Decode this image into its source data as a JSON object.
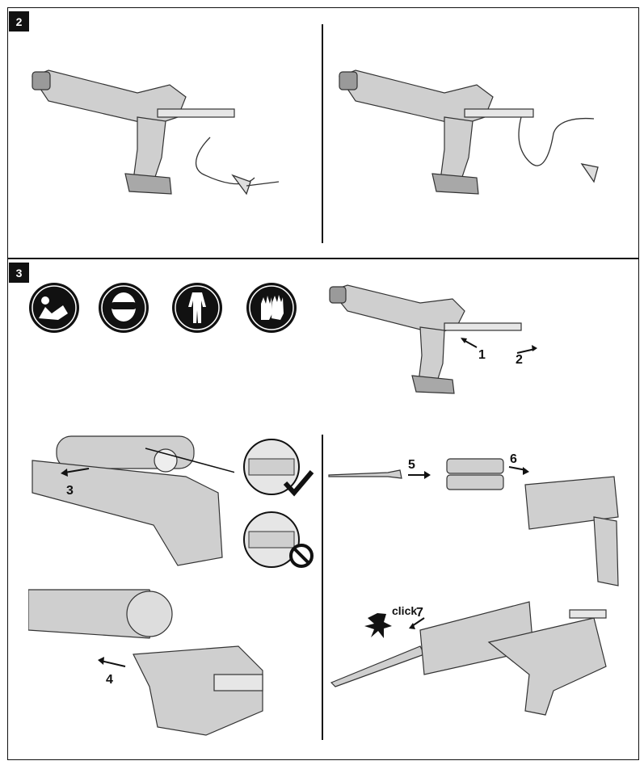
{
  "section_2": {
    "number": "2"
  },
  "section_3": {
    "number": "3",
    "step_labels": {
      "s1": "1",
      "s2": "2",
      "s3": "3",
      "s4": "4",
      "s5": "5",
      "s6": "6",
      "s7": "7"
    },
    "click_label": "click",
    "safety_icons": [
      "read-manual-icon",
      "eye-protection-icon",
      "protective-clothing-icon",
      "protective-gloves-icon"
    ]
  }
}
